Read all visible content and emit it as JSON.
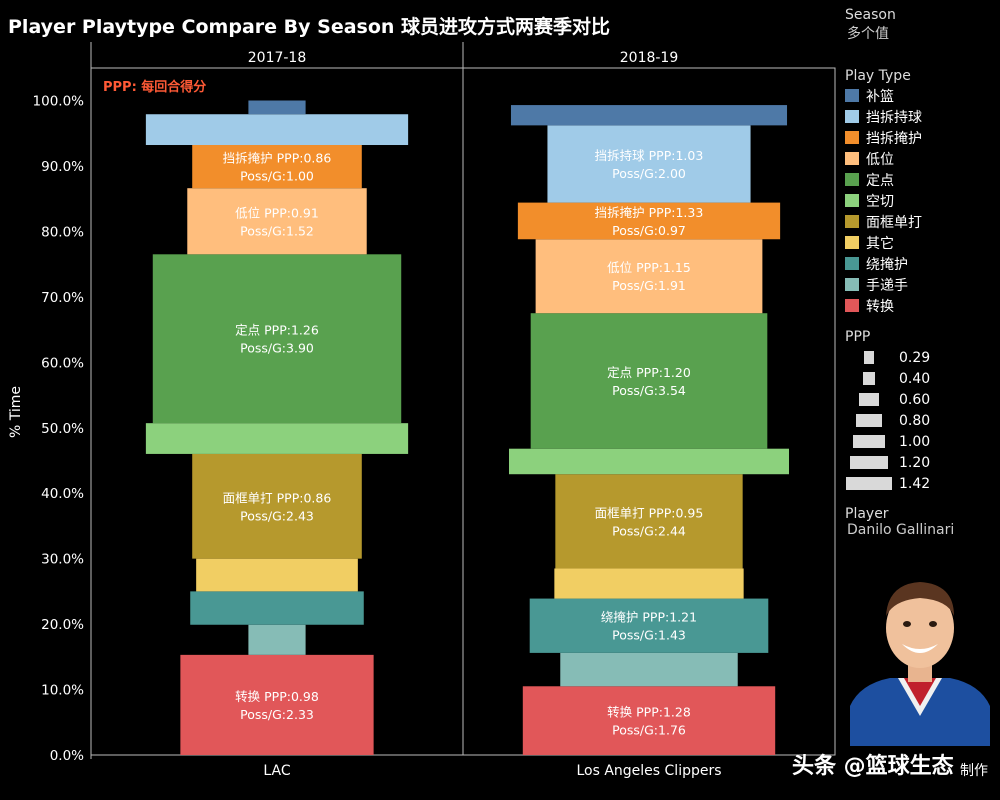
{
  "title": "Player Playtype Compare By Season 球员进攻方式两赛季对比",
  "annotation": "PPP: 每回合得分",
  "sidebar": {
    "season_title": "Season",
    "season_value": "多个值",
    "playtype_title": "Play Type",
    "ppp_title": "PPP",
    "player_title": "Player",
    "player_value": "Danilo Gallinari"
  },
  "legend_playtypes": [
    {
      "label": "补篮",
      "color": "#4e79a7"
    },
    {
      "label": "挡拆持球",
      "color": "#a0cbe8"
    },
    {
      "label": "挡拆掩护",
      "color": "#f28e2b"
    },
    {
      "label": "低位",
      "color": "#ffbe7d"
    },
    {
      "label": "定点",
      "color": "#59a14f"
    },
    {
      "label": "空切",
      "color": "#8cd17d"
    },
    {
      "label": "面框单打",
      "color": "#b6992d"
    },
    {
      "label": "其它",
      "color": "#f1ce63"
    },
    {
      "label": "绕掩护",
      "color": "#499894"
    },
    {
      "label": "手递手",
      "color": "#86bcb6"
    },
    {
      "label": "转换",
      "color": "#e15759"
    }
  ],
  "legend_ppp": [
    "0.29",
    "0.40",
    "0.60",
    "0.80",
    "1.00",
    "1.20",
    "1.42"
  ],
  "watermark": "头条 @篮球生态",
  "watermark2": "制作",
  "chart_data": {
    "type": "bar",
    "subtype": "stacked-100-percent-width-by-ppp",
    "ylabel": "% Time",
    "ylim": [
      0,
      100
    ],
    "yticks": [
      "0.0%",
      "10.0%",
      "20.0%",
      "30.0%",
      "40.0%",
      "50.0%",
      "60.0%",
      "70.0%",
      "80.0%",
      "90.0%",
      "100.0%"
    ],
    "panels": [
      {
        "season": "2017-18",
        "team": "LAC",
        "segments": [
          {
            "type": "转换",
            "from": 0.0,
            "to": 15.3,
            "ppp": 0.98,
            "label": "转换 PPP:0.98",
            "label2": "Poss/G:2.33"
          },
          {
            "type": "手递手",
            "from": 15.3,
            "to": 19.9,
            "ppp": 0.29
          },
          {
            "type": "绕掩护",
            "from": 19.9,
            "to": 25.0,
            "ppp": 0.88
          },
          {
            "type": "其它",
            "from": 25.0,
            "to": 30.0,
            "ppp": 0.82
          },
          {
            "type": "面框单打",
            "from": 30.0,
            "to": 46.0,
            "ppp": 0.86,
            "label": "面框单打 PPP:0.86",
            "label2": "Poss/G:2.43"
          },
          {
            "type": "空切",
            "from": 46.0,
            "to": 50.7,
            "ppp": 1.33
          },
          {
            "type": "定点",
            "from": 50.7,
            "to": 76.5,
            "ppp": 1.26,
            "label": "定点 PPP:1.26",
            "label2": "Poss/G:3.90"
          },
          {
            "type": "低位",
            "from": 76.5,
            "to": 86.6,
            "ppp": 0.91,
            "label": "低位 PPP:0.91",
            "label2": "Poss/G:1.52"
          },
          {
            "type": "挡拆掩护",
            "from": 86.6,
            "to": 93.2,
            "ppp": 0.86,
            "label": "挡拆掩护 PPP:0.86",
            "label2": "Poss/G:1.00"
          },
          {
            "type": "挡拆持球",
            "from": 93.2,
            "to": 97.9,
            "ppp": 1.33
          },
          {
            "type": "补篮",
            "from": 97.9,
            "to": 100.0,
            "ppp": 0.29
          }
        ]
      },
      {
        "season": "2018-19",
        "team": "Los Angeles Clippers",
        "segments": [
          {
            "type": "转换",
            "from": 0.0,
            "to": 10.5,
            "ppp": 1.28,
            "label": "转换 PPP:1.28",
            "label2": "Poss/G:1.76"
          },
          {
            "type": "手递手",
            "from": 10.5,
            "to": 15.6,
            "ppp": 0.9
          },
          {
            "type": "绕掩护",
            "from": 15.6,
            "to": 23.9,
            "ppp": 1.21,
            "label": "绕掩护 PPP:1.21",
            "label2": "Poss/G:1.43"
          },
          {
            "type": "其它",
            "from": 23.9,
            "to": 28.5,
            "ppp": 0.96
          },
          {
            "type": "面框单打",
            "from": 28.5,
            "to": 42.9,
            "ppp": 0.95,
            "label": "面框单打 PPP:0.95",
            "label2": "Poss/G:2.44"
          },
          {
            "type": "空切",
            "from": 42.9,
            "to": 46.8,
            "ppp": 1.42
          },
          {
            "type": "定点",
            "from": 46.8,
            "to": 67.5,
            "ppp": 1.2,
            "label": "定点 PPP:1.20",
            "label2": "Poss/G:3.54"
          },
          {
            "type": "低位",
            "from": 67.5,
            "to": 78.8,
            "ppp": 1.15,
            "label": "低位 PPP:1.15",
            "label2": "Poss/G:1.91"
          },
          {
            "type": "挡拆掩护",
            "from": 78.8,
            "to": 84.4,
            "ppp": 1.33,
            "label": "挡拆掩护 PPP:1.33",
            "label2": "Poss/G:0.97"
          },
          {
            "type": "挡拆持球",
            "from": 84.4,
            "to": 96.2,
            "ppp": 1.03,
            "label": "挡拆持球 PPP:1.03",
            "label2": "Poss/G:2.00"
          },
          {
            "type": "补篮",
            "from": 96.2,
            "to": 99.3,
            "ppp": 1.4
          }
        ]
      }
    ]
  }
}
